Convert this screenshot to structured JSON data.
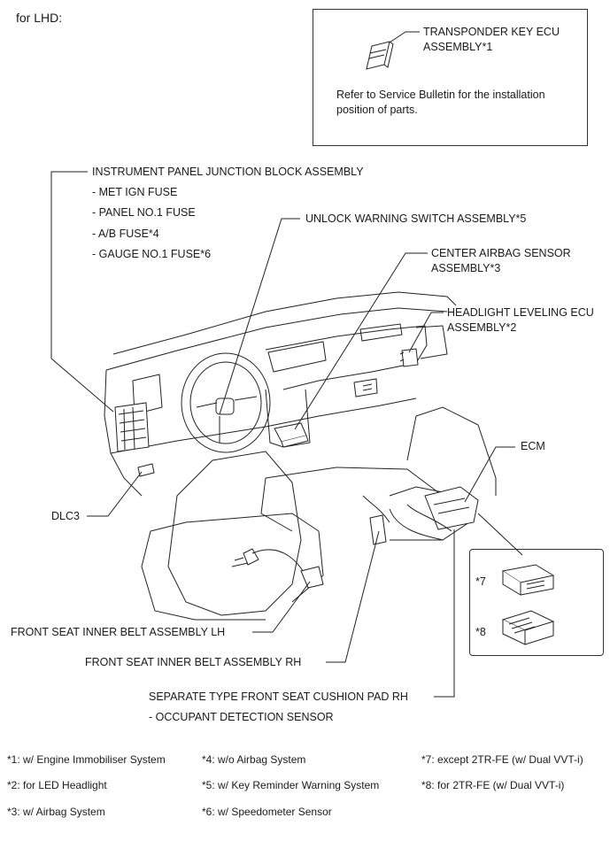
{
  "header": "for LHD:",
  "transponder_box": {
    "label_line1": "TRANSPONDER KEY ECU",
    "label_line2": "ASSEMBLY*1",
    "note_line1": "Refer to Service Bulletin for the installation",
    "note_line2": "position of parts."
  },
  "junction_block": {
    "title": "INSTRUMENT PANEL JUNCTION BLOCK ASSEMBLY",
    "items": [
      "- MET IGN FUSE",
      "- PANEL NO.1 FUSE",
      "- A/B FUSE*4",
      "- GAUGE NO.1 FUSE*6"
    ]
  },
  "callouts": {
    "unlock_warning": "UNLOCK WARNING SWITCH ASSEMBLY*5",
    "center_airbag_line1": "CENTER AIRBAG SENSOR",
    "center_airbag_line2": "ASSEMBLY*3",
    "headlight_line1": "HEADLIGHT LEVELING ECU",
    "headlight_line2": "ASSEMBLY*2",
    "ecm": "ECM",
    "dlc3": "DLC3",
    "belt_lh": "FRONT SEAT INNER BELT ASSEMBLY LH",
    "belt_rh": "FRONT SEAT INNER BELT ASSEMBLY RH",
    "cushion_line1": "SEPARATE TYPE FRONT SEAT CUSHION PAD RH",
    "cushion_line2": "- OCCUPANT DETECTION SENSOR"
  },
  "ecm_inset": {
    "variant_a": "*7",
    "variant_b": "*8"
  },
  "footnotes": [
    "*1: w/ Engine Immobiliser System",
    "*2: for LED Headlight",
    "*3: w/ Airbag System",
    "*4: w/o Airbag System",
    "*5: w/ Key Reminder Warning System",
    "*6: w/ Speedometer Sensor",
    "*7: except 2TR-FE (w/ Dual VVT-i)",
    "*8: for 2TR-FE (w/ Dual VVT-i)"
  ]
}
